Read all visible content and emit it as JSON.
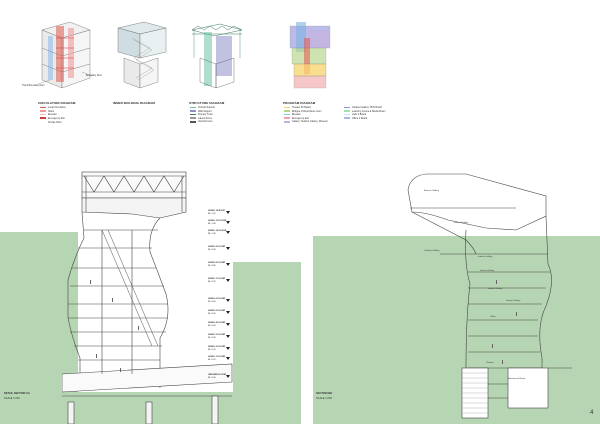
{
  "diagrams": {
    "circulation": {
      "title": "CIRCULATION DIAGRAM",
      "legend": [
        {
          "label": "Local Circulation",
          "color": "#e2574c"
        },
        {
          "label": "Stairs",
          "color": "#f29a9a"
        },
        {
          "label": "Elevator",
          "color": "#f4c2c2"
        },
        {
          "label": "Emergency Exit",
          "color": "#d43b3b"
        }
      ],
      "extra_item": "Smoke Point",
      "annotation_1": "Trans Boundary Duct",
      "annotation_2": "Boundary Duct"
    },
    "inner_building": {
      "title": "INNER BUILDING DIAGRAM"
    },
    "structure": {
      "title": "STRUCTURE DIAGRAM",
      "legend": [
        {
          "label": "Vertical Support",
          "color": "#6fc2a5"
        },
        {
          "label": "Wall Support",
          "color": "#8e8ec9"
        },
        {
          "label": "Primary Truss",
          "color": "#3d7a5e"
        },
        {
          "label": "Lateral Force",
          "color": "#999999"
        },
        {
          "label": "Vertical Force",
          "color": "#555555"
        }
      ]
    },
    "program": {
      "title": "PROGRAM DIAGRAM",
      "legend_left": [
        {
          "label": "Theater 52 Board",
          "color": "#f7d36b"
        },
        {
          "label": "Bridges of Restrolious room",
          "color": "#b6d58a"
        },
        {
          "label": "Elevator",
          "color": "#7fd0c8"
        },
        {
          "label": "Emergency Exit",
          "color": "#f2a2a2"
        },
        {
          "label": "Gallery, Outdoor Gallery, Museum",
          "color": "#c6b0e0"
        }
      ],
      "legend_right": [
        {
          "label": "Outdoor Gallery 7870 Board",
          "color": "#8f8fd8"
        },
        {
          "label": "Learning Centre & Media Room",
          "color": "#a3e3a3"
        },
        {
          "label": "Cafe 4 Board",
          "color": "#c7e6f7"
        },
        {
          "label": "Office 4 Board",
          "color": "#a8b8e8"
        }
      ]
    }
  },
  "levels": [
    {
      "name": "LEVEL 12 ROOF",
      "elev": "RL 1.10"
    },
    {
      "name": "LEVEL 11 FLOOR",
      "elev": "RL 1.06"
    },
    {
      "name": "LEVEL 10 FLOOR",
      "elev": "RL 1.00"
    },
    {
      "name": "LEVEL 9 FLOOR",
      "elev": "RL 0.90"
    },
    {
      "name": "LEVEL 8 FLOOR",
      "elev": "RL 0.80"
    },
    {
      "name": "LEVEL 7 FLOOR",
      "elev": "RL 0.70"
    },
    {
      "name": "LEVEL 6 FLOOR",
      "elev": "RL 0.60"
    },
    {
      "name": "LEVEL 5 FLOOR",
      "elev": "RL 0.50"
    },
    {
      "name": "LEVEL 4 FLOOR",
      "elev": "RL 0.40"
    },
    {
      "name": "LEVEL 3 FLOOR",
      "elev": "RL 0.30"
    },
    {
      "name": "LEVEL 2 FLOOR",
      "elev": "RL 0.20"
    },
    {
      "name": "LEVEL 1 FLOOR",
      "elev": "RL 0.10"
    },
    {
      "name": "GROUND FLOOR",
      "elev": "RL 0.00"
    }
  ],
  "section_a": {
    "title": "DETAIL SECTION AA",
    "scale": "SCALE 1:200"
  },
  "section_b": {
    "title": "SECTION BB",
    "scale": "SCALE 1:200",
    "rooms": [
      "Exterior Gallery",
      "Interior Gallery",
      "Outdoor Gallery",
      "Interior Gallery",
      "Interior Gallery",
      "Interior Gallery",
      "Interior Gallery",
      "Office",
      "Theatre",
      "Mechanical Room"
    ]
  },
  "page_number": "4",
  "colors": {
    "ground": "#b6d5b3",
    "line": "#444444"
  }
}
